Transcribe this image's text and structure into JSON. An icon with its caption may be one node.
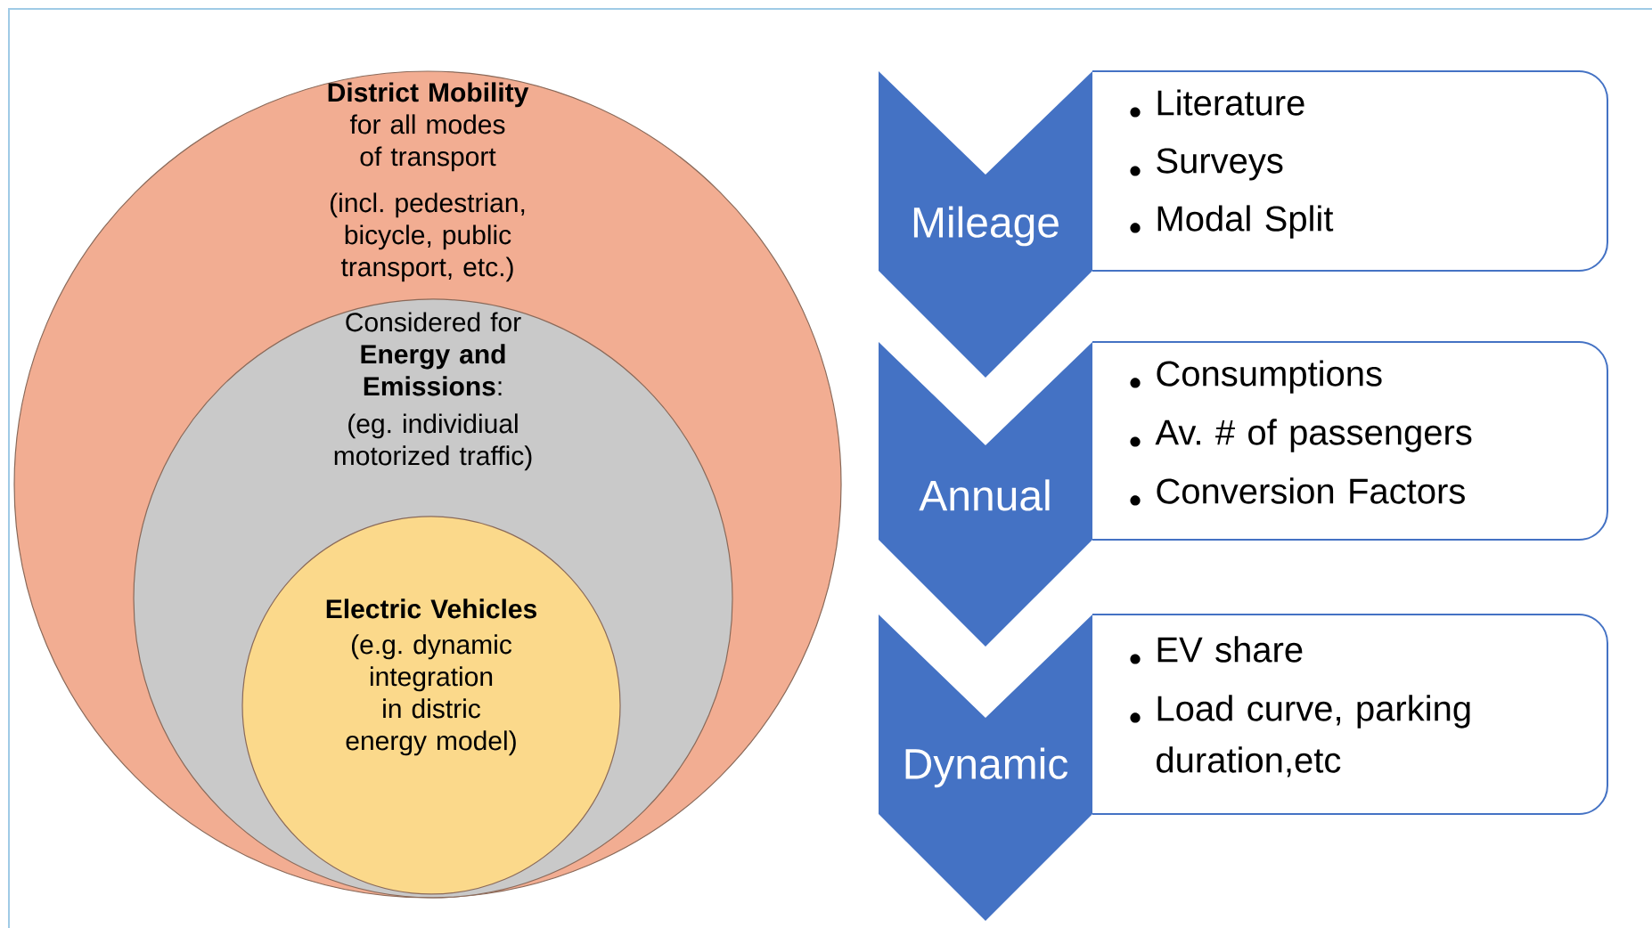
{
  "diagram": {
    "nodes": [
      {
        "text": [
          "District Mobility",
          "for all modes of transport",
          "(incl. pedestrian, bicycle, public transport, etc.)"
        ]
      },
      {
        "text": [
          "Considered for **Energy and Emissions**:",
          "(eg. individiual motorized traffic)"
        ],
        "in": 0
      },
      {
        "text": [
          "Electric Vehicles",
          "(e.g. dynamic integration in distric energy model)"
        ],
        "in": 1
      },
      {
        "text": [
          "Mileage"
        ]
      },
      {
        "text": [
          "Literature",
          "Surveys",
          "Modal Split"
        ]
      },
      {
        "text": [
          "Annual"
        ]
      },
      {
        "text": [
          "Consumptions",
          "Av. # of passengers",
          "Conversion Factors"
        ]
      },
      {
        "text": [
          "Dynamic"
        ]
      },
      {
        "text": [
          "EV share",
          "Load curve, parking duration,etc"
        ]
      }
    ]
  }
}
